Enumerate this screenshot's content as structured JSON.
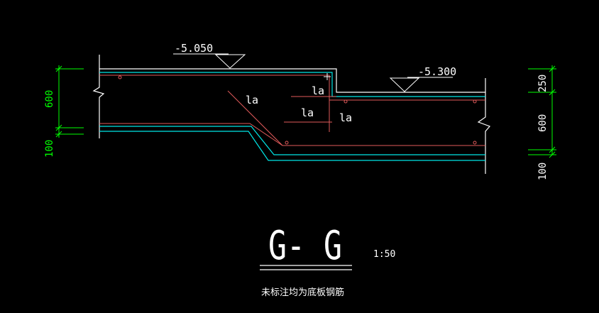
{
  "drawing": {
    "elevations": {
      "left": "-5.050",
      "right": "-5.300"
    },
    "lap_label": "la",
    "dimensions": {
      "left_600": "600",
      "left_100": "100",
      "right_250": "250",
      "right_600": "600",
      "right_100": "100"
    },
    "section_title": "G- G",
    "scale": "1:50",
    "note": "未标注均为底板钢筋"
  },
  "colors": {
    "background": "#000000",
    "outline": "#ffffff",
    "rebar_cyan": "#00e5e5",
    "rebar_red": "#e05a5a",
    "dimension": "#00ff00"
  }
}
